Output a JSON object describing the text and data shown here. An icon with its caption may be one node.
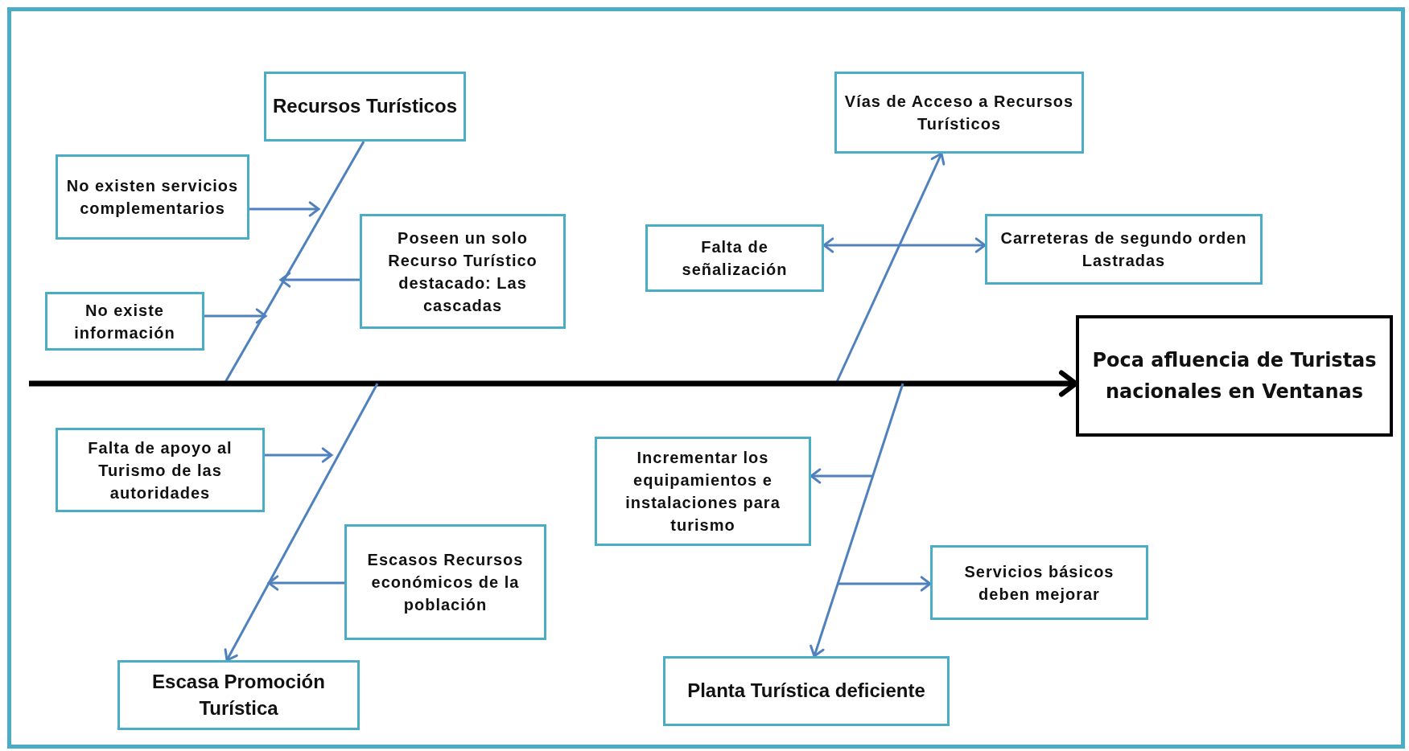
{
  "diagram": {
    "nodes": [
      {
        "text": [
          "Recursos Turísticos"
        ]
      },
      {
        "text": [
          "Vías de  Acceso a Recursos Turísticos"
        ]
      },
      {
        "text": [
          "No existen servicios complementarios"
        ]
      },
      {
        "text": [
          "Poseen un solo Recurso Turístico destacado: Las cascadas"
        ]
      },
      {
        "text": [
          "Falta de señalización"
        ]
      },
      {
        "text": [
          "Carreteras de segundo orden Lastradas"
        ]
      },
      {
        "text": [
          "No existe información"
        ]
      },
      {
        "text": [
          "Poca afluencia de Turistas nacionales  en Ventanas"
        ]
      },
      {
        "text": [
          "Falta de apoyo al Turismo de las autoridades"
        ]
      },
      {
        "text": [
          "Incrementar los equipamientos e instalaciones para turismo"
        ]
      },
      {
        "text": [
          "Escasos Recursos económicos de la población"
        ]
      },
      {
        "text": [
          "Servicios básicos deben mejorar"
        ]
      },
      {
        "text": [
          "Escasa Promoción Turística"
        ]
      },
      {
        "text": [
          "Planta Turística deficiente"
        ]
      }
    ],
    "edges": [
      {
        "from": 0,
        "to": null,
        "arrow": "none"
      },
      {
        "from": null,
        "to": 1,
        "arrow": "to"
      },
      {
        "from": 2,
        "to": null,
        "arrow": "to"
      },
      {
        "from": 3,
        "to": null,
        "arrow": "to"
      },
      {
        "from": 4,
        "to": 5,
        "arrow": "both"
      },
      {
        "from": 6,
        "to": null,
        "arrow": "to"
      },
      {
        "from": null,
        "to": 7,
        "arrow": "to",
        "style": "thick",
        "color": "#000000"
      },
      {
        "from": 8,
        "to": null,
        "arrow": "to"
      },
      {
        "from": null,
        "to": 9,
        "arrow": "to"
      },
      {
        "from": 10,
        "to": null,
        "arrow": "to"
      },
      {
        "from": null,
        "to": 11,
        "arrow": "to"
      },
      {
        "from": null,
        "to": 12,
        "arrow": "to"
      },
      {
        "from": null,
        "to": 13,
        "arrow": "to"
      }
    ]
  }
}
